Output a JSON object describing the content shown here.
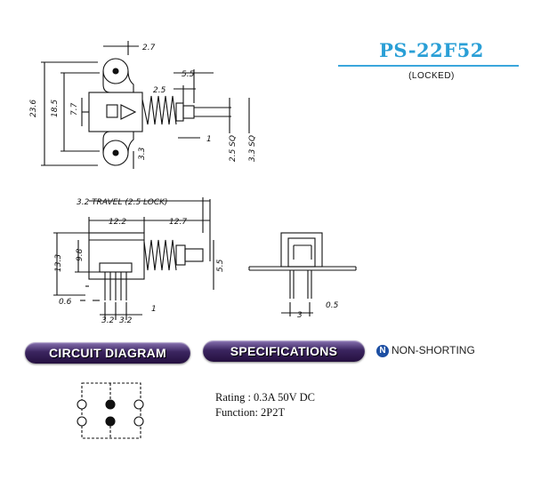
{
  "header": {
    "model": "PS-22F52",
    "subtitle": "(LOCKED)"
  },
  "sections": {
    "circuit_label": "CIRCUIT DIAGRAM",
    "specifications_label": "SPECIFICATIONS",
    "non_shorting_icon_letter": "N",
    "non_shorting_label": "NON-SHORTING"
  },
  "specifications": {
    "rating": "Rating : 0.3A 50V DC",
    "function": "Function: 2P2T"
  },
  "top_view_dims": {
    "d27": "2.7",
    "d55": "5.5",
    "d25": "2.5",
    "d236": "23.6",
    "d185": "18.5",
    "d77": "7.7",
    "d33": "3.3",
    "d1": "1",
    "d25sq": "2.5 SQ",
    "d33sq": "3.3 SQ"
  },
  "side_view_dims": {
    "travel": "3.2 TRAVEL (2.5 LOCK)",
    "d122": "12.2",
    "d127": "12.7",
    "d133": "13.3",
    "d98": "9.8",
    "d55": "5.5",
    "d06": "0.6",
    "d32a": "3.2",
    "d32b": "3.2",
    "d1": "1"
  },
  "end_view_dims": {
    "d3": "3",
    "d05": "0.5"
  },
  "colors": {
    "title_blue": "#2a9fd6",
    "pill_purple": "#3b2560",
    "icon_blue": "#1d4fa3"
  }
}
